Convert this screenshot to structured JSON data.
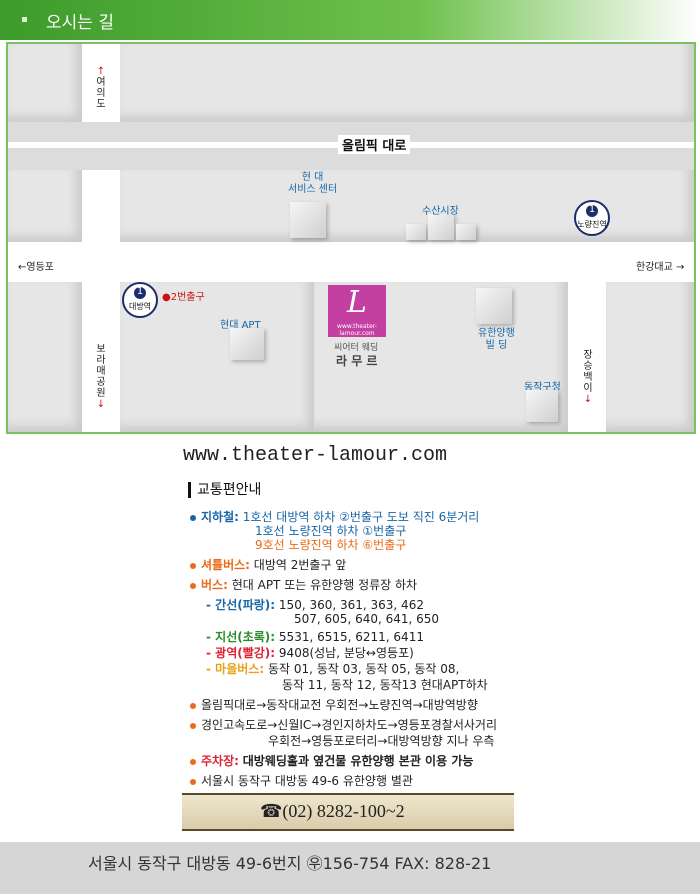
{
  "header": {
    "title": "오시는 길"
  },
  "map": {
    "road_main": "올림픽 대로",
    "road_left_top": "여의도",
    "road_left_bottom": "보라매공원",
    "road_right_bottom": "장승백이",
    "west": "←영등포",
    "east": "한강대교 →",
    "station_daebang": {
      "line": "1",
      "name": "대방역"
    },
    "station_noryangjin": {
      "line": "1",
      "name": "노량진역"
    },
    "exit2": "●2번출구",
    "hyundai_service": "현 대\n서비스 센터",
    "susan_market": "수산시장",
    "hyundai_apt": "현대 APT",
    "yuhan": "유한양행\n빌 딩",
    "dongjak_office": "동작구청",
    "theater_sub": "씨어터 웨딩",
    "theater_name": "라 무 르",
    "logo_letter": "L",
    "logo_url": "www.theater-lamour.com"
  },
  "website": "www.theater-lamour.com",
  "transport": {
    "title": "교통편안내",
    "subway_label": "지하철:",
    "subway_1": "1호선 대방역 하차 ②번출구 도보 직진 6분거리",
    "subway_2": "1호선 노량진역 하차 ①번출구",
    "subway_3": "9호선 노량진역 하차 ⑥번출구",
    "shuttle_label": "셔틀버스:",
    "shuttle": "대방역 2번출구 앞",
    "bus_label": "버스:",
    "bus": "현대 APT 또는 유한양행 정류장 하차",
    "trunk_label": "- 간선(파랑):",
    "trunk_1": "150, 360, 361, 363, 462",
    "trunk_2": "507, 605, 640, 641, 650",
    "branch_label": "- 지선(초록):",
    "branch": "5531, 6515, 6211, 6411",
    "wide_label": "- 광역(빨강):",
    "wide": "9408(성남, 분당↔영등포)",
    "village_label": "- 마을버스:",
    "village_1": "동작 01, 동작 03, 동작 05, 동작 08,",
    "village_2": "동작 11, 동작 12, 동작13 현대APT하차",
    "route_1": "올림픽대로→동작대교전 우회전→노량진역→대방역방향",
    "route_2": "경인고속도로→신월IC→경인지하차도→영등포경찰서사거리",
    "route_3": "우회전→영등포로터리→대방역방향 지나 우측",
    "parking_label": "주차장:",
    "parking": "대방웨딩홀과 옆건물 유한양행 본관 이용 가능",
    "address": "서울시 동작구 대방동 49-6 유한양행 별관"
  },
  "phone": "☎(02) 8282-100~2",
  "footer": "서울시 동작구 대방동 49-6번지  ㉾156-754 FAX: 828-21"
}
